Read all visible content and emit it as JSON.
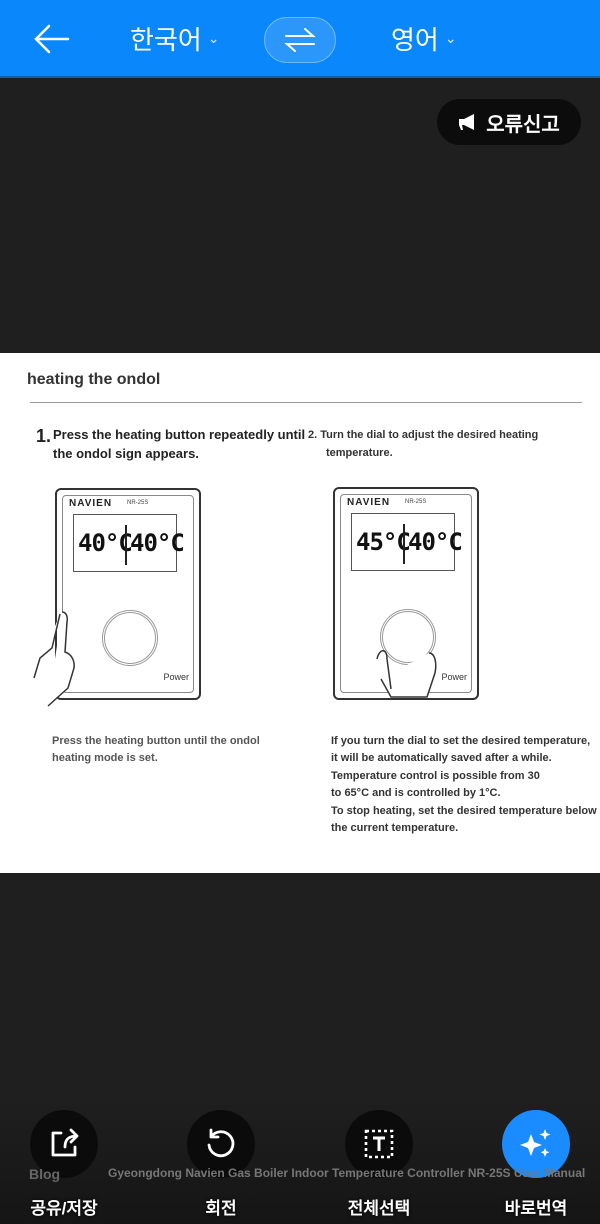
{
  "topbar": {
    "source_lang": "한국어",
    "target_lang": "영어"
  },
  "report_button": {
    "label": "오류신고"
  },
  "doc": {
    "title": "heating the ondol",
    "step1": {
      "number": "1.",
      "text": "Press the heating button repeatedly until the ondol sign appears."
    },
    "step2": {
      "number": "2.",
      "line1": "Turn the dial to adjust the desired heating",
      "line2": "temperature."
    },
    "device1": {
      "brand": "NAVIEN",
      "model": "NR-25S",
      "temp_left": "40°C",
      "temp_right": "40°C",
      "power": "Power"
    },
    "device2": {
      "brand": "NAVIEN",
      "model": "NR-25S",
      "temp_left": "45°C",
      "temp_right": "40°C",
      "power": "Power"
    },
    "caption1": "Press the heating button until the ondol heating mode is set.",
    "caption2": [
      "If you turn the dial to set the desired temperature,",
      "it will be automatically saved after a while.",
      "Temperature control is possible from 30",
      "to 65°C and is controlled by 1°C.",
      "To stop heating, set the desired temperature below",
      "the current temperature."
    ]
  },
  "source_caption": {
    "blog": "Blog",
    "title": "Gyeongdong Navien Gas Boiler Indoor Temperature Controller NR-25S User Manual"
  },
  "actions": [
    {
      "label": "공유/저장",
      "icon": "share-icon"
    },
    {
      "label": "회전",
      "icon": "rotate-icon"
    },
    {
      "label": "전체선택",
      "icon": "select-all-text-icon"
    },
    {
      "label": "바로번역",
      "icon": "sparkle-icon"
    }
  ],
  "colors": {
    "accent": "#0a87fb",
    "background": "#1f1f1f"
  }
}
